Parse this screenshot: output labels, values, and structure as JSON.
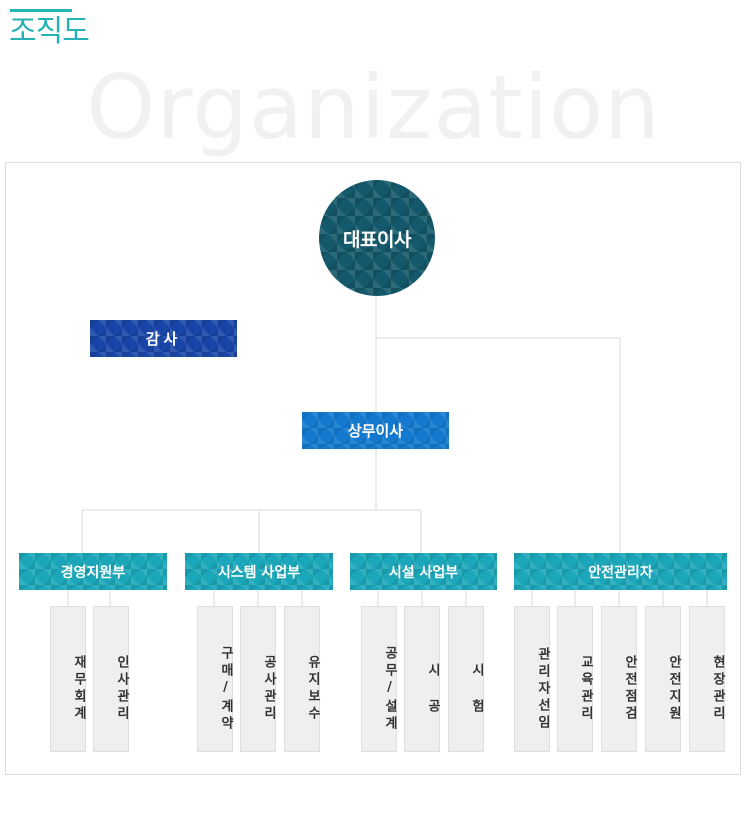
{
  "page_title": "조직도",
  "watermark": "Organization",
  "ceo": {
    "label": "대표이사"
  },
  "audit": {
    "label": "감사"
  },
  "managing_director": {
    "label": "상무이사"
  },
  "departments": [
    {
      "label": "경영지원부",
      "teams": [
        "재무회계",
        "인사관리"
      ]
    },
    {
      "label": "시스템 사업부",
      "teams": [
        "구매/계약",
        "공사관리",
        "유지보수"
      ]
    },
    {
      "label": "시설 사업부",
      "teams": [
        "공무/설계",
        "시 공",
        "시 험"
      ]
    },
    {
      "label": "안전관리자",
      "teams": [
        "관리자선임",
        "교육관리",
        "안전점검",
        "안전지원",
        "현장관리"
      ]
    }
  ],
  "colors": {
    "title": "#25b2b5",
    "ceo": "#14596b",
    "audit": "#1a45a8",
    "managing_director": "#1279cf",
    "department": "#1ba7b9",
    "team_box": "#efefef",
    "connector": "#d6d6d6"
  }
}
